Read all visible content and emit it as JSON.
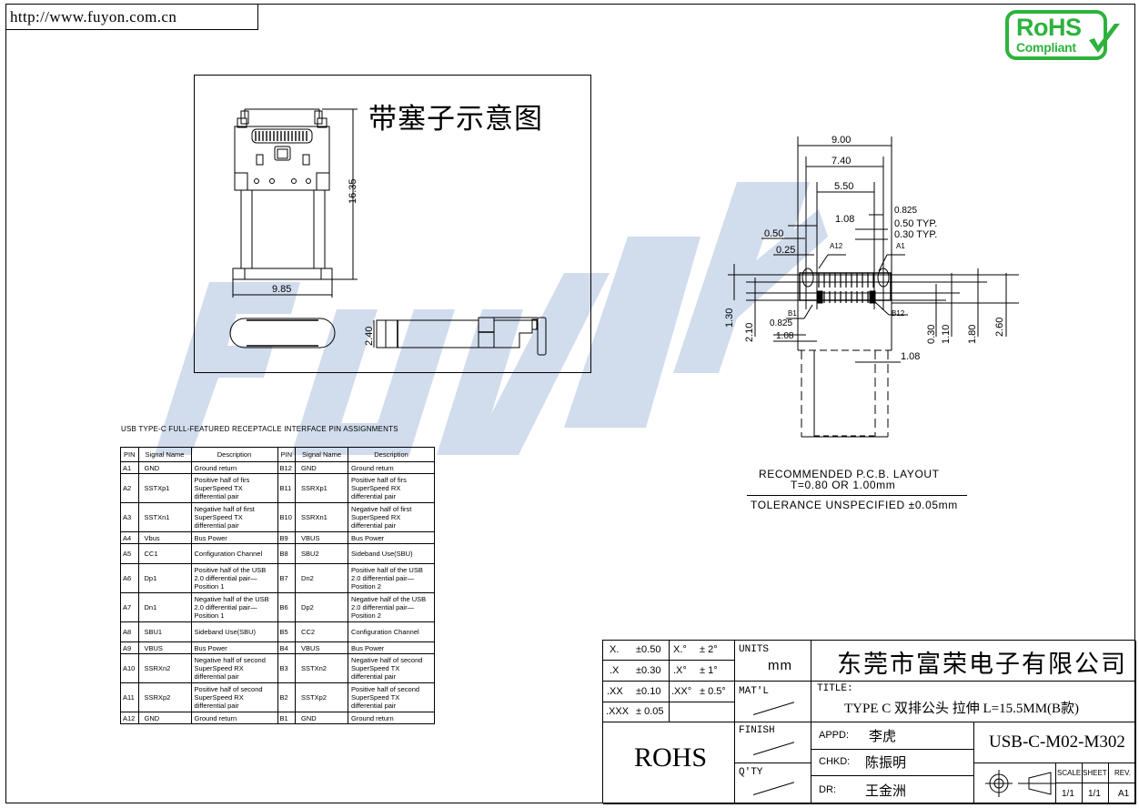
{
  "header": {
    "url": "http://www.fuyon.com.cn",
    "rohs_badge": {
      "line1": "RoHS",
      "line2": "Compliant",
      "color": "#2db33d",
      "icon": "checkmark-icon"
    }
  },
  "plug_view": {
    "title": "带塞子示意图",
    "dimensions": {
      "height": "16.35",
      "width": "9.85",
      "thickness": "2.40"
    }
  },
  "watermark": {
    "text": "fuyon富荣",
    "color": "#c5d3e8"
  },
  "pcb_layout": {
    "top_dims": [
      "9.00",
      "7.40",
      "5.50",
      "1.08",
      "0.825",
      "0.50 TYP.",
      "0.30 TYP.",
      "0.50",
      "0.25"
    ],
    "labels": {
      "a12": "A12",
      "a1": "A1",
      "b1": "B1",
      "b12": "B12"
    },
    "left_dims": [
      "1.30",
      "2.10",
      "0.825",
      "1.08"
    ],
    "right_dims": [
      "0.30",
      "1.10",
      "1.80",
      "2.60"
    ],
    "bottom_dim": "1.08",
    "caption_line1": "RECOMMENDED    P.C.B.  LAYOUT",
    "caption_line2": "T=0.80  OR  1.00mm",
    "tolerance": "TOLERANCE  UNSPECIFIED  ±0.05mm"
  },
  "pin_table": {
    "heading": "USB TYPE-C FULL-FEATURED RECEPTACLE INTERFACE PIN ASSIGNMENTS",
    "columns": [
      "PIN",
      "Signal Name",
      "Description",
      "PIN",
      "Signal Name",
      "Description"
    ],
    "rows": [
      {
        "a_pin": "A1",
        "a_sig": "GND",
        "a_desc": "Ground return",
        "b_pin": "B12",
        "b_sig": "GND",
        "b_desc": "Ground return"
      },
      {
        "a_pin": "A2",
        "a_sig": "SSTXp1",
        "a_desc": "Positive half of firs SuperSpeed TX differential pair",
        "b_pin": "B11",
        "b_sig": "SSRXp1",
        "b_desc": "Positive half of firs SuperSpeed RX differential pair"
      },
      {
        "a_pin": "A3",
        "a_sig": "SSTXn1",
        "a_desc": "Negative half of first SuperSpeed TX differential pair",
        "b_pin": "B10",
        "b_sig": "SSRXn1",
        "b_desc": "Negative half of first SuperSpeed RX differential pair"
      },
      {
        "a_pin": "A4",
        "a_sig": "Vbus",
        "a_desc": "Bus Power",
        "b_pin": "B9",
        "b_sig": "VBUS",
        "b_desc": "Bus Power"
      },
      {
        "a_pin": "A5",
        "a_sig": "CC1",
        "a_desc": "Configuration Channel",
        "b_pin": "B8",
        "b_sig": "SBU2",
        "b_desc": "Sideband Use(SBU)"
      },
      {
        "a_pin": "A6",
        "a_sig": "Dp1",
        "a_desc": "Positive half of the USB 2.0 differential pair—Position 1",
        "b_pin": "B7",
        "b_sig": "Dn2",
        "b_desc": "Positive half of the USB 2.0 differential pair—Position 2"
      },
      {
        "a_pin": "A7",
        "a_sig": "Dn1",
        "a_desc": "Negative half of the USB 2.0 differential pair—Position 1",
        "b_pin": "B6",
        "b_sig": "Dp2",
        "b_desc": "Negative half of the USB 2.0 differential pair—Position 2"
      },
      {
        "a_pin": "A8",
        "a_sig": "SBU1",
        "a_desc": "Sideband Use(SBU)",
        "b_pin": "B5",
        "b_sig": "CC2",
        "b_desc": "Configuration Channel"
      },
      {
        "a_pin": "A9",
        "a_sig": "VBUS",
        "a_desc": "Bus Power",
        "b_pin": "B4",
        "b_sig": "VBUS",
        "b_desc": "Bus Power"
      },
      {
        "a_pin": "A10",
        "a_sig": "SSRXn2",
        "a_desc": "Negative half of second SuperSpeed RX differential pair",
        "b_pin": "B3",
        "b_sig": "SSTXn2",
        "b_desc": "Negative half of second SuperSpeed TX differential pair"
      },
      {
        "a_pin": "A11",
        "a_sig": "SSRXp2",
        "a_desc": "Positive half of second SuperSpeed RX differential pair",
        "b_pin": "B2",
        "b_sig": "SSTXp2",
        "b_desc": "Positive half of second SuperSpeed TX differential pair"
      },
      {
        "a_pin": "A12",
        "a_sig": "GND",
        "a_desc": "Ground return",
        "b_pin": "B1",
        "b_sig": "GND",
        "b_desc": "Ground return"
      }
    ]
  },
  "title_block": {
    "tolerances": [
      {
        "k": "X.",
        "v": "±0.50",
        "k2": "X.°",
        "v2": "± 2°"
      },
      {
        "k": ".X",
        "v": "±0.30",
        "k2": ".X°",
        "v2": "± 1°"
      },
      {
        "k": ".XX",
        "v": "±0.10",
        "k2": ".XX°",
        "v2": "± 0.5°"
      },
      {
        "k": ".XXX",
        "v": "± 0.05",
        "k2": "",
        "v2": ""
      }
    ],
    "units_label": "UNITS",
    "units_value": "mm",
    "material_label": "MAT'L",
    "finish_label": "FINISH",
    "qty_label": "Q'TY",
    "rohs": "ROHS",
    "company": "东莞市富荣电子有限公司",
    "title_label": "TITLE:",
    "title_value": "TYPE C 双排公头 拉伸 L=15.5MM(B款)",
    "appd_label": "APPD:",
    "appd_value": "李虎",
    "chkd_label": "CHKD:",
    "chkd_value": "陈振明",
    "dr_label": "DR:",
    "dr_value": "王金洲",
    "part_number": "USB-C-M02-M302",
    "scale_label": "SCALE",
    "scale_value": "1/1",
    "sheet_label": "SHEET",
    "sheet_value": "1/1",
    "rev_label": "REV.",
    "rev_value": "A1"
  }
}
